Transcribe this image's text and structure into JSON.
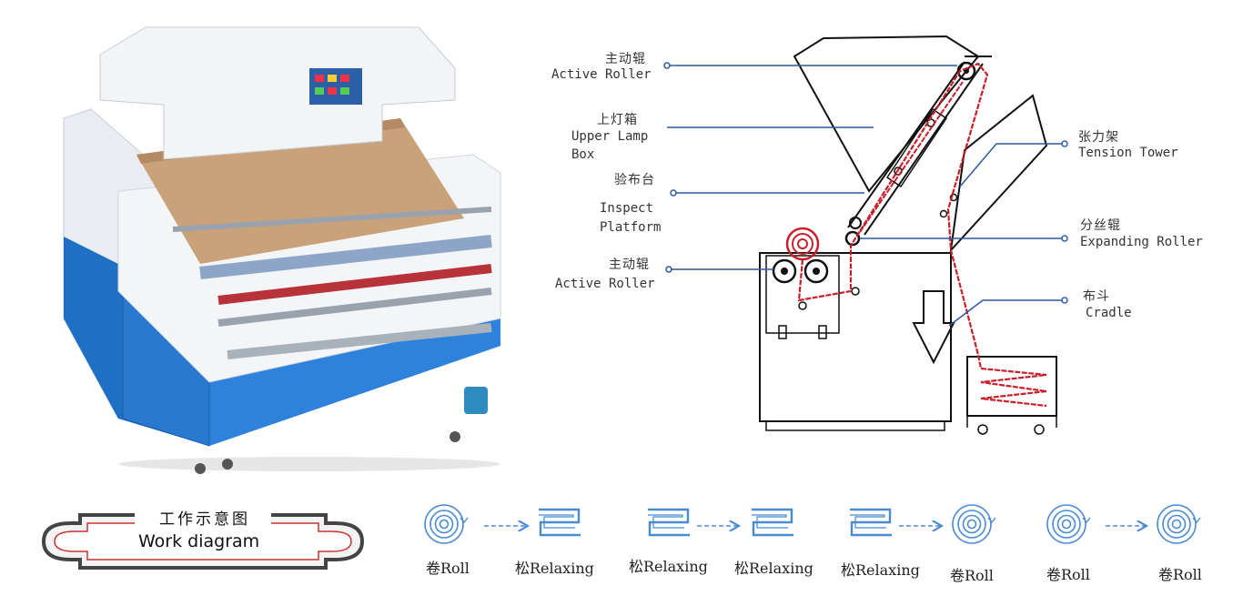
{
  "labels": {
    "active_roller_top": {
      "cn": "主动辊",
      "en": "Active Roller"
    },
    "upper_lamp_box": {
      "cn": "上灯箱",
      "en1": "Upper Lamp",
      "en2": "Box"
    },
    "inspect_platform": {
      "cn": "验布台",
      "en1": "Inspect",
      "en2": "Platform"
    },
    "active_roller_bottom": {
      "cn": "主动辊",
      "en": "Active Roller"
    },
    "tension_tower": {
      "cn": "张力架",
      "en": "Tension Tower"
    },
    "expanding_roller": {
      "cn": "分丝辊",
      "en": "Expanding Roller"
    },
    "cradle": {
      "cn": "布斗",
      "en": "Cradle"
    }
  },
  "badge": {
    "cn": "工作示意图",
    "en": "Work diagram"
  },
  "flow": [
    {
      "group": 1,
      "from": "卷Roll",
      "to": "松Relaxing"
    },
    {
      "group": 2,
      "from": "松Relaxing",
      "to": "松Relaxing"
    },
    {
      "group": 3,
      "from": "松Relaxing",
      "to": "卷Roll"
    },
    {
      "group": 4,
      "from": "卷Roll",
      "to": "卷Roll"
    }
  ],
  "colors": {
    "machine_blue": "#1f6fc4",
    "fabric_red": "#c8202a",
    "leader_blue": "#2b5a9c",
    "flow_blue": "#4a8ad0",
    "badge_red": "#c9342f"
  }
}
